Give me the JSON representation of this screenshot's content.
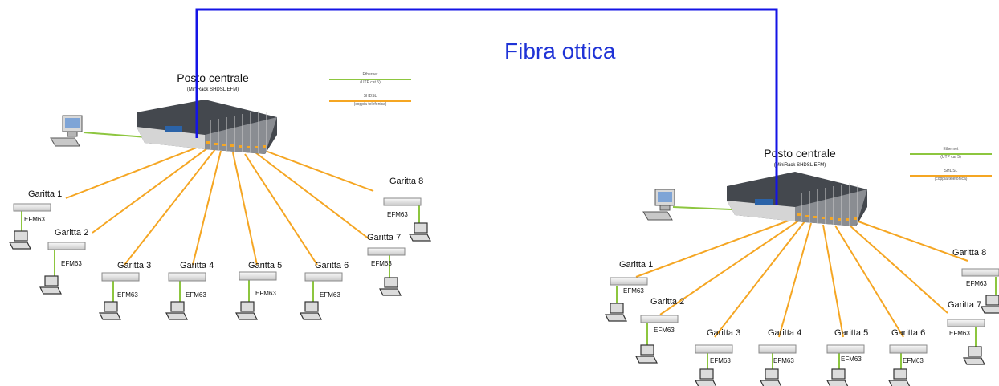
{
  "fiber_label": "Fibra ottica",
  "colors": {
    "fiber": "#1414e6",
    "ethernet": "#8dc63f",
    "shdsl": "#f5a623",
    "fiber_text": "#1f33d6"
  },
  "networks": [
    {
      "title": "Posto centrale",
      "subtitle": "(MiniRack SHDSL EFM)",
      "legend": {
        "ethernet": [
          "Ethernet",
          "(UTP cat 5)"
        ],
        "shdsl": [
          "SHDSL",
          "(coppia telefonica)"
        ]
      },
      "modem_label": "EFM63",
      "sites": [
        "Garitta 1",
        "Garitta 2",
        "Garitta 3",
        "Garitta 4",
        "Garitta 5",
        "Garitta 6",
        "Garitta 7",
        "Garitta 8"
      ]
    },
    {
      "title": "Posto centrale",
      "subtitle": "(MiniRack SHDSL EFM)",
      "legend": {
        "ethernet": [
          "Ethernet",
          "(UTP cat 5)"
        ],
        "shdsl": [
          "SHDSL",
          "(coppia telefonica)"
        ]
      },
      "modem_label": "EFM63",
      "sites": [
        "Garitta 1",
        "Garitta 2",
        "Garitta 3",
        "Garitta 4",
        "Garitta 5",
        "Garitta 6",
        "Garitta 7",
        "Garitta 8"
      ]
    }
  ]
}
